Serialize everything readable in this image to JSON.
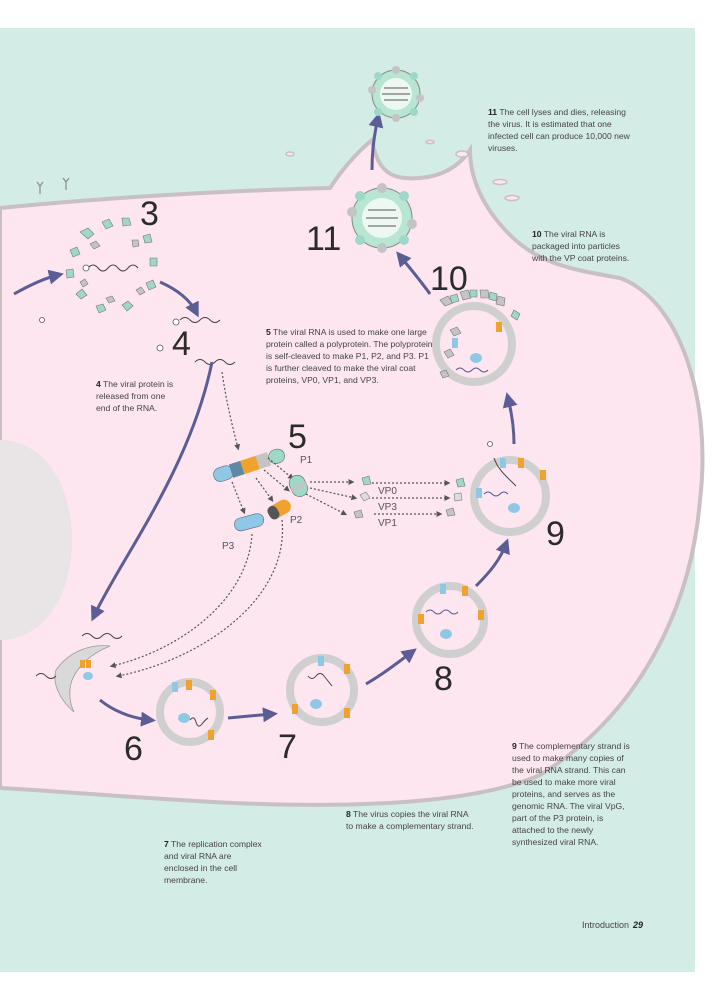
{
  "colors": {
    "background": "#d3ece5",
    "cell": "#fde6ef",
    "arrow": "#5b5d94",
    "orange": "#f0a22e",
    "teal": "#9fd7c9",
    "blue": "#8ec8e6",
    "grey": "#bfbfbf"
  },
  "steps": {
    "s3": "3",
    "s4": "4",
    "s5": "5",
    "s6": "6",
    "s7": "7",
    "s8": "8",
    "s9": "9",
    "s10": "10",
    "s11": "11"
  },
  "labels": {
    "p1": "P1",
    "p2": "P2",
    "p3": "P3",
    "vp0": "VP0",
    "vp3": "VP3",
    "vp1": "VP1"
  },
  "captions": {
    "c4": {
      "num": "4",
      "text": "The viral protein is released from one end of the RNA."
    },
    "c5": {
      "num": "5",
      "text": "The viral RNA is used to make one large protein called a polyprotein. The polyprotein is self-cleaved to make P1, P2, and P3. P1 is further cleaved to make the viral coat proteins, VP0, VP1, and VP3."
    },
    "c7": {
      "num": "7",
      "text": "The replication complex and viral RNA are enclosed in the cell membrane."
    },
    "c8": {
      "num": "8",
      "text": "The virus copies the viral RNA to make a complementary strand."
    },
    "c9": {
      "num": "9",
      "text": "The complementary strand is used to make many copies of the viral RNA strand. This can be used to make more viral proteins, and serves as the genomic RNA. The viral VpG, part of the P3 protein, is attached to the newly synthesized viral RNA."
    },
    "c10": {
      "num": "10",
      "text": "The viral RNA is packaged into particles with the VP coat proteins."
    },
    "c11": {
      "num": "11",
      "text": "The cell lyses and dies, releasing the virus. It is estimated that one infected cell can produce 10,000 new viruses."
    }
  },
  "footer": {
    "section": "Introduction",
    "page": "29"
  }
}
